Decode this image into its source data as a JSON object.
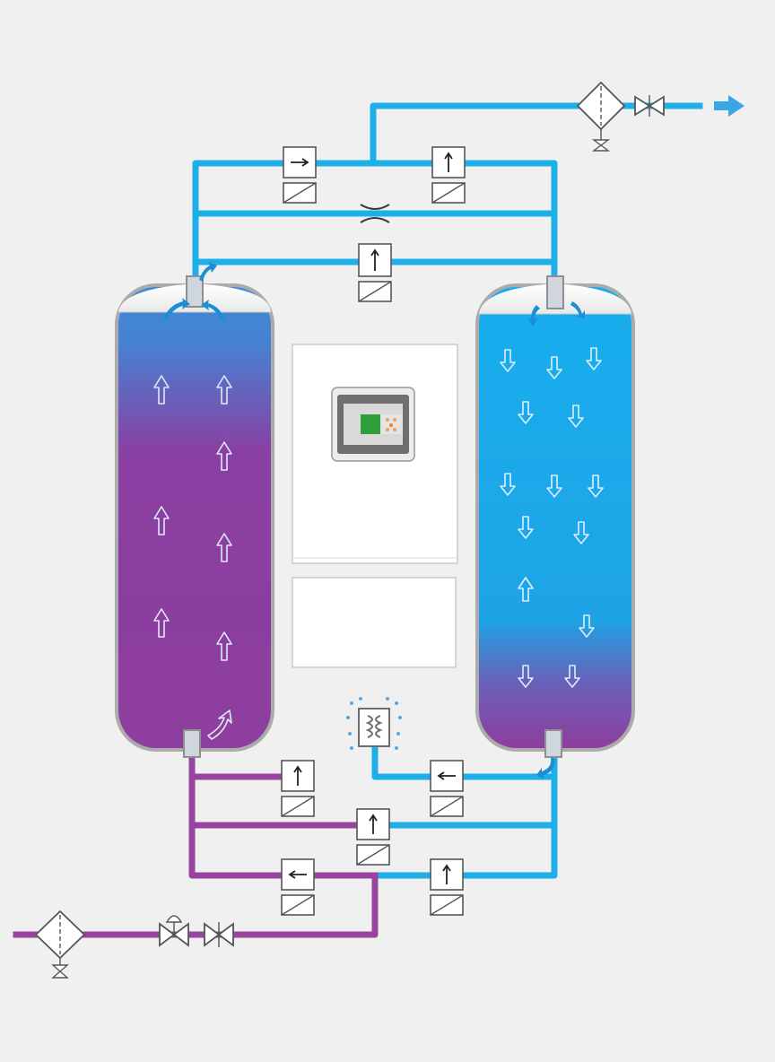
{
  "colors": {
    "background": "#f0f0f1",
    "dry_air": "#1eaee8",
    "wet_air": "#96449e",
    "tower_top_left": "#3e8ad6",
    "tower_mid_left": "#8a3fa2",
    "tower_right": "#19aeec",
    "valve_stroke": "#555555",
    "controller_green": "#2e9e3a",
    "controller_orange": "#e8872a"
  },
  "components": {
    "left_tower": {
      "state": "adsorbing",
      "flow": "up"
    },
    "right_tower": {
      "state": "regenerating",
      "flow": "down"
    },
    "controller": {
      "icon": "display-panel-icon"
    },
    "silencer": {
      "icon": "exhaust-silencer-icon"
    },
    "inlet": {
      "direction": "in",
      "icon": "filter-icon"
    },
    "outlet": {
      "direction": "out",
      "icon": "arrow-right-icon"
    }
  }
}
